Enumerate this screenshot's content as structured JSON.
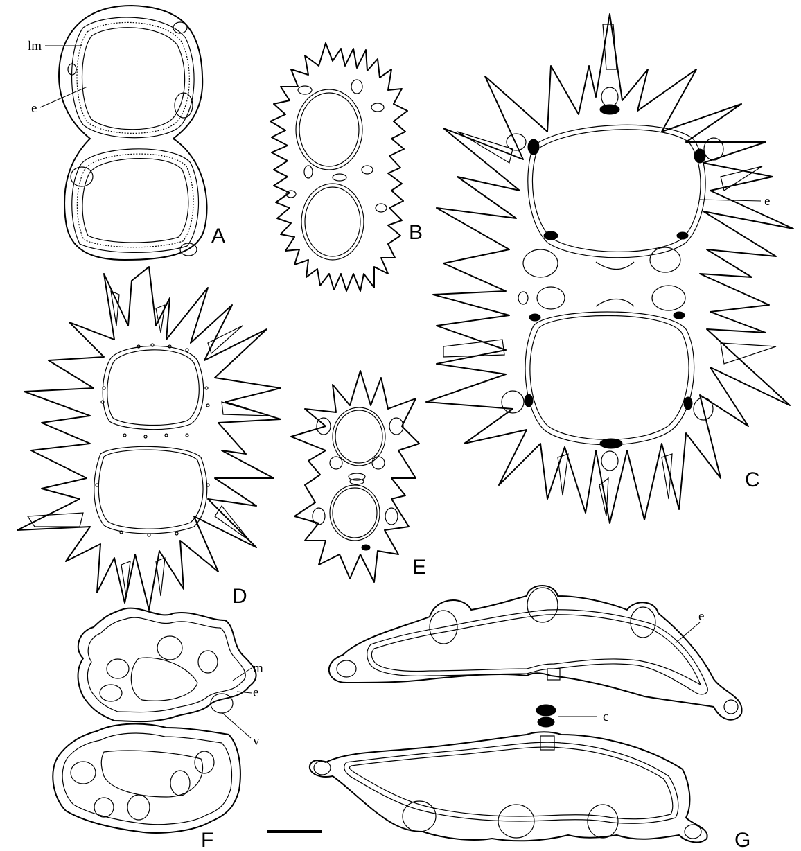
{
  "panels": [
    {
      "id": "A",
      "label": "A"
    },
    {
      "id": "B",
      "label": "B"
    },
    {
      "id": "C",
      "label": "C"
    },
    {
      "id": "D",
      "label": "D"
    },
    {
      "id": "E",
      "label": "E"
    },
    {
      "id": "F",
      "label": "F"
    },
    {
      "id": "G",
      "label": "G"
    }
  ],
  "annotations": {
    "A_lm": "lm",
    "A_e": "e",
    "C_e": "e",
    "F_m": "m",
    "F_e": "e",
    "F_v": "v",
    "G_e": "e",
    "G_c": "c"
  },
  "scale_bar": {
    "shown": true
  }
}
